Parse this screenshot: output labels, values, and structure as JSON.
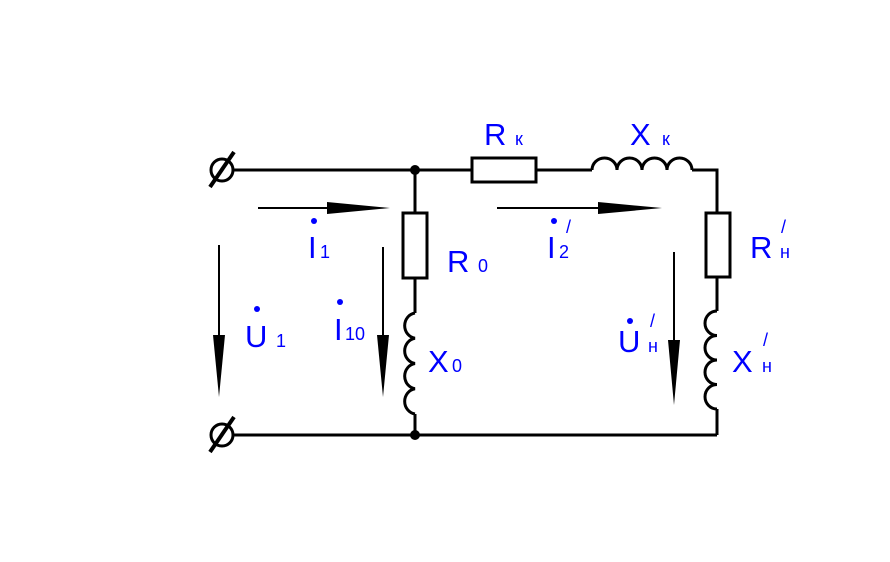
{
  "labels": {
    "rk": {
      "main": "R",
      "sub": "к"
    },
    "xk": {
      "main": "X",
      "sub": "к"
    },
    "r0": {
      "main": "R",
      "sub": "0"
    },
    "x0": {
      "main": "X",
      "sub": "0"
    },
    "rn": {
      "main": "R",
      "sub": "н",
      "prime": "/"
    },
    "xn": {
      "main": "X",
      "sub": "н",
      "prime": "/"
    },
    "i1": {
      "main": "I",
      "sub": "1"
    },
    "i10": {
      "main": "I",
      "sub": "10"
    },
    "i2": {
      "main": "I",
      "sub": "2",
      "prime": "/"
    },
    "u1": {
      "main": "U",
      "sub": "1"
    },
    "un": {
      "main": "U",
      "sub": "н",
      "prime": "/"
    }
  },
  "colors": {
    "label": "#0000ff",
    "wire": "#000000"
  }
}
